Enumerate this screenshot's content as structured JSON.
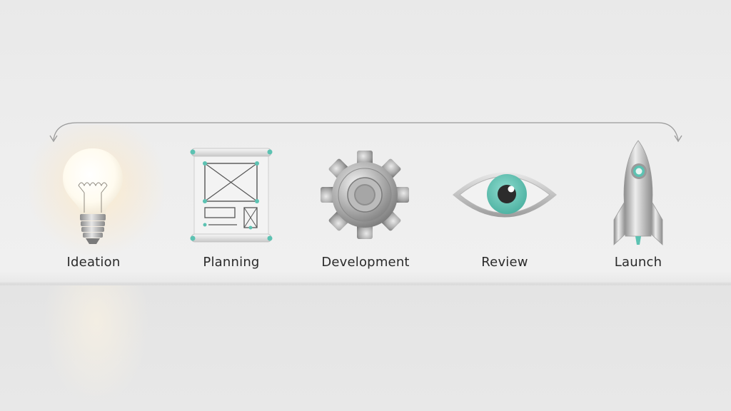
{
  "stages": [
    {
      "label": "Ideation",
      "icon": "lightbulb-icon"
    },
    {
      "label": "Planning",
      "icon": "blueprint-icon"
    },
    {
      "label": "Development",
      "icon": "gear-icon"
    },
    {
      "label": "Review",
      "icon": "eye-icon"
    },
    {
      "label": "Launch",
      "icon": "rocket-icon"
    }
  ],
  "colors": {
    "accent": "#5cc2b2",
    "metal": "#b8b8b8",
    "background": "#ececec",
    "text": "#2a2a2a"
  }
}
